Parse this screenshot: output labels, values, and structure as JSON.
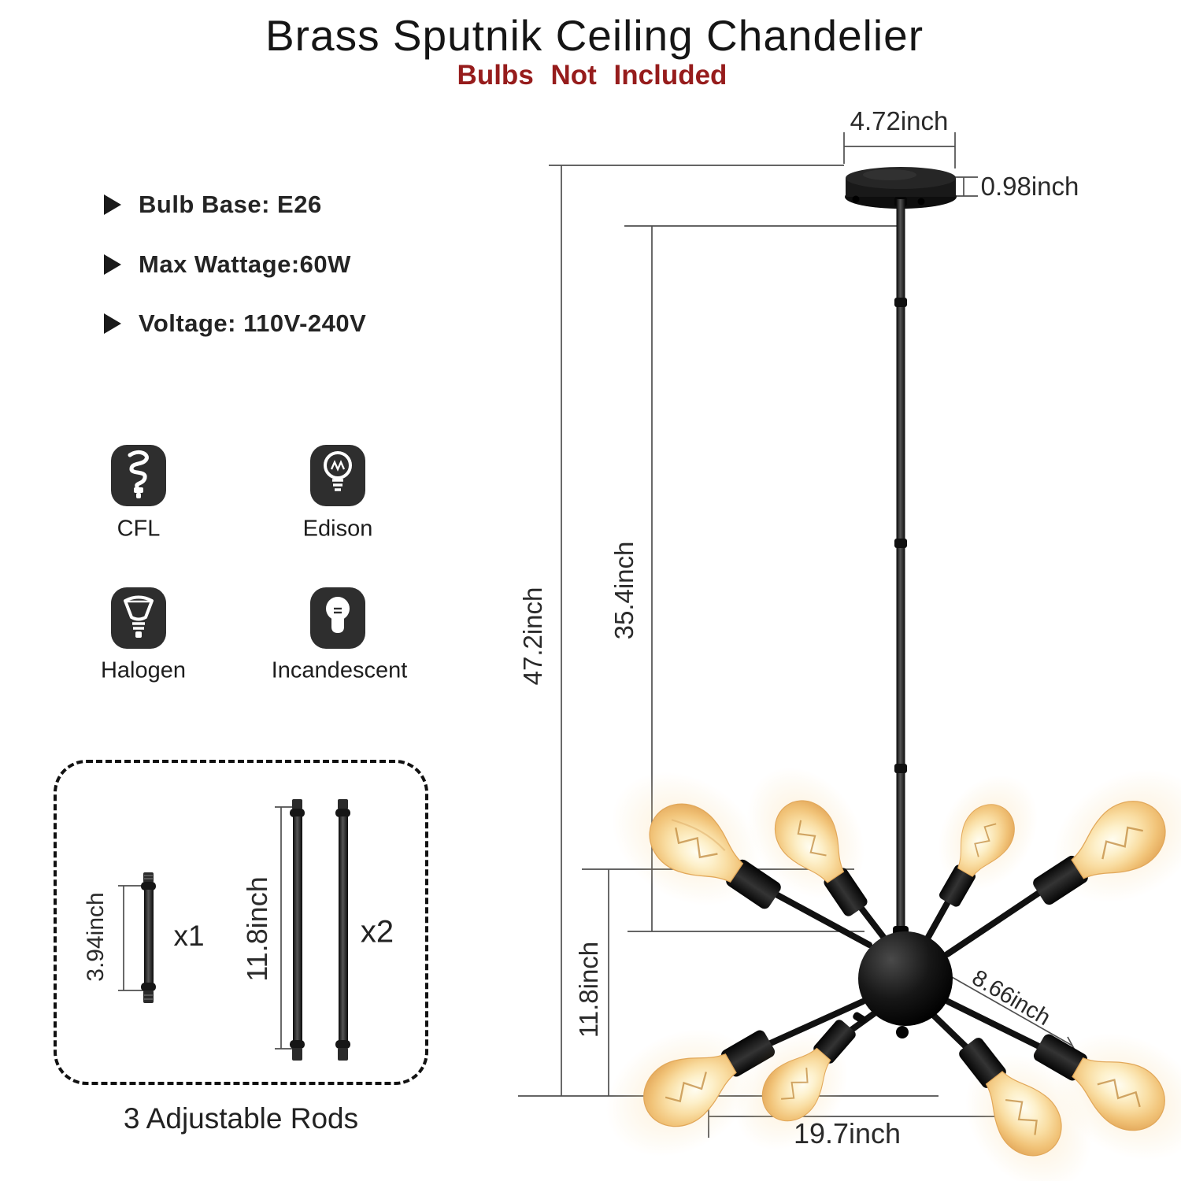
{
  "title": "Brass Sputnik Ceiling Chandelier",
  "subtitle": "Bulbs Not Included",
  "specs": [
    {
      "label": "Bulb Base: E26"
    },
    {
      "label": "Max Wattage:60W"
    },
    {
      "label": "Voltage: 110V-240V"
    }
  ],
  "bulb_types": [
    {
      "name": "CFL",
      "icon": "cfl-bulb-icon"
    },
    {
      "name": "Edison",
      "icon": "edison-bulb-icon"
    },
    {
      "name": "Halogen",
      "icon": "halogen-bulb-icon"
    },
    {
      "name": "Incandescent",
      "icon": "incandescent-bulb-icon"
    }
  ],
  "rods": {
    "caption": "3 Adjustable Rods",
    "items": [
      {
        "length": "3.94inch",
        "quantity": "x1"
      },
      {
        "length": "11.8inch",
        "quantity": "x2"
      }
    ]
  },
  "dimensions": {
    "canopy_width": "4.72inch",
    "canopy_height": "0.98inch",
    "total_height": "47.2inch",
    "rod_height": "35.4inch",
    "body_height": "11.8inch",
    "arm_length": "8.66inch",
    "body_width": "19.7inch"
  },
  "colors": {
    "accent_red": "#961c1c",
    "metal_black": "#141414",
    "bulb_amber": "#eab163",
    "dimension_line": "#4f4f4f"
  }
}
